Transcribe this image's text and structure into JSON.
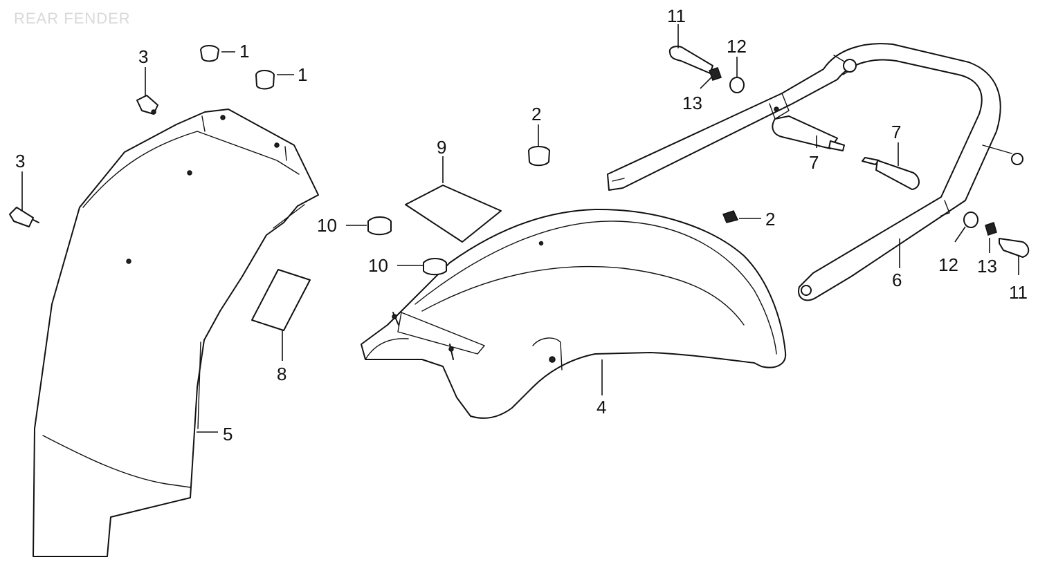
{
  "title": "REAR FENDER",
  "parts": {
    "nut_1": "1",
    "rubber_2": "2",
    "bolt_3": "3",
    "rear_fender_4": "4",
    "inner_fender_5": "5",
    "grab_rail_6": "6",
    "collar_7": "7",
    "label_8": "8",
    "label_9": "9",
    "grommet_10": "10",
    "bolt_11": "11",
    "washer_12": "12",
    "spring_washer_13": "13"
  }
}
